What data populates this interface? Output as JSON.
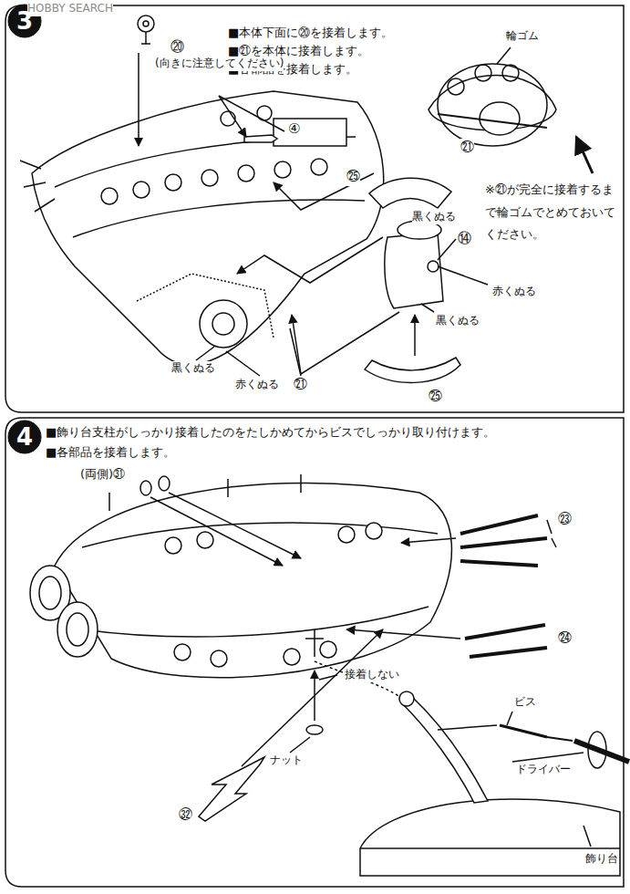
{
  "diagram": {
    "nodes": [
      {
        "text": [
          "3"
        ]
      },
      {
        "text": [
          "4"
        ]
      }
    ],
    "labels": [
      "HOBBY SEARCH",
      "■本体下面に⑳を接着します。",
      "■㉑を本体に接着します。",
      "■各部品を接着します。",
      "⑳",
      "(向きに注意してください)",
      "④",
      "輪ゴム",
      "㉑",
      "※㉑が完全に接着するまで輪ゴムでとめておいてください。",
      "㉕",
      "黒くぬる",
      "⑭",
      "赤くぬる",
      "黒くぬる",
      "㉕",
      "黒くぬる",
      "赤くぬる",
      "㉑",
      "■飾り台支柱がしっかり接着したのをたしかめてからビスでしっかり取り付けます。",
      "■各部品を接着します。",
      "(両側)㉛",
      "㉓",
      "㉔",
      "接着しない",
      "ビス",
      "ドライバー",
      "ナット",
      "㉜",
      "飾り台"
    ]
  }
}
